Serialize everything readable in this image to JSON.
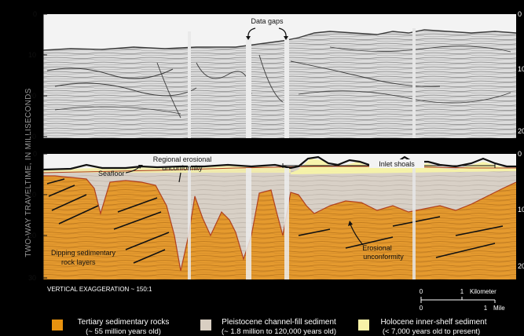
{
  "y_axis_label": "TWO-WAY TRAVELTIME, IN MILLISECONDS",
  "top_panel": {
    "ticks": [
      "0",
      "10",
      "20",
      "30"
    ],
    "right_ticks": [
      "0",
      "10",
      "20"
    ],
    "annotation": "Data gaps"
  },
  "bottom_panel": {
    "ticks": [
      "0",
      "10",
      "20",
      "30"
    ],
    "right_ticks": [
      "0",
      "10",
      "20"
    ],
    "annotations": {
      "seafloor": "Seafloor",
      "regional_line1": "Regional erosional",
      "regional_line2": "unconformity",
      "inlet_shoals": "Inlet shoals",
      "dipping_line1": "Dipping sedimentary",
      "dipping_line2": "rock layers",
      "erosional_line1": "Erosional",
      "erosional_line2": "unconformity"
    }
  },
  "vertical_exaggeration": "VERTICAL EXAGGERATION ~ 150:1",
  "scale_bar": {
    "zero_top": "0",
    "kilometer_value": "1",
    "kilometer_unit": "Kilometer",
    "zero_bottom": "0",
    "mile_value": "1",
    "mile_unit": "Mile"
  },
  "legend": [
    {
      "title": "Tertiary sedimentary rocks",
      "subtitle": "(~ 55 million years old)",
      "color": "#E8920F"
    },
    {
      "title": "Pleistocene channel-fill sediment",
      "subtitle": "(~ 1.8 million to 120,000 years old)",
      "color": "#D9CFC2"
    },
    {
      "title": "Holocene inner-shelf sediment",
      "subtitle": "(< 7,000 years old to present)",
      "color": "#F7F3A8"
    }
  ],
  "colors": {
    "tertiary": "#E8920F",
    "pleistocene": "#D9CFC2",
    "holocene": "#F7F3A8",
    "unconformity": "#B0401F",
    "seafloor": "#111111"
  }
}
